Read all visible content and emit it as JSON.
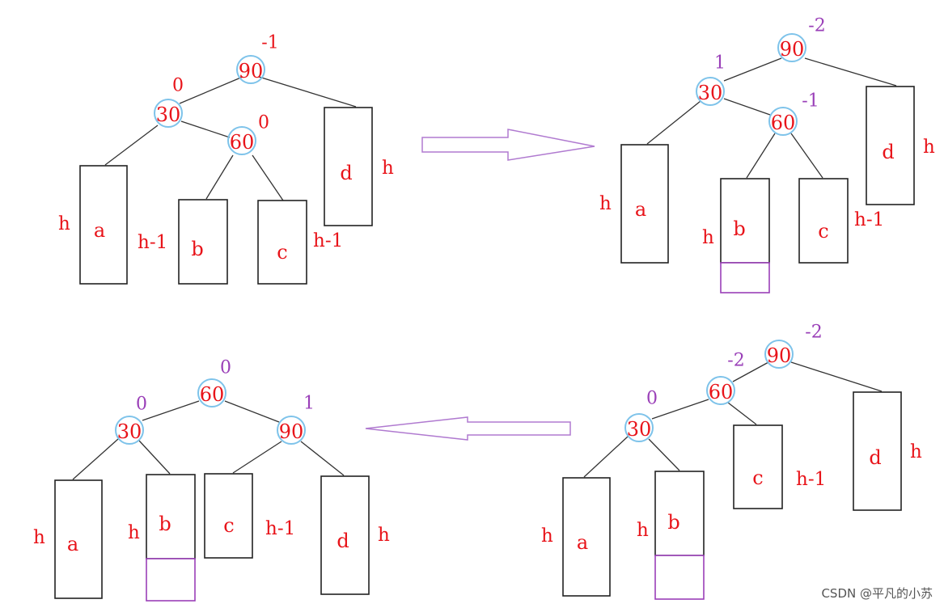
{
  "colors": {
    "node_text": "#e8141a",
    "balance_red": "#e8141a",
    "balance_purple": "#9a3fb8",
    "node_circle": "#7ec3ea",
    "arrow": "#b07ad0",
    "edge": "#333333"
  },
  "panels": [
    {
      "id": "p1",
      "nodes": [
        {
          "label": "90",
          "bf": "-1",
          "bf_color": "red"
        },
        {
          "label": "30",
          "bf": "0",
          "bf_color": "red"
        },
        {
          "label": "60",
          "bf": "0",
          "bf_color": "red"
        }
      ],
      "boxes": [
        {
          "label": "a",
          "height": "h",
          "grow": false
        },
        {
          "label": "b",
          "height": "h-1",
          "grow": false
        },
        {
          "label": "c",
          "height": "h-1",
          "grow": false
        },
        {
          "label": "d",
          "height": "h",
          "grow": false
        }
      ]
    },
    {
      "id": "p2",
      "nodes": [
        {
          "label": "90",
          "bf": "-2",
          "bf_color": "purple"
        },
        {
          "label": "30",
          "bf": "1",
          "bf_color": "purple"
        },
        {
          "label": "60",
          "bf": "-1",
          "bf_color": "purple"
        }
      ],
      "boxes": [
        {
          "label": "a",
          "height": "h",
          "grow": false
        },
        {
          "label": "b",
          "height": "h",
          "grow": true
        },
        {
          "label": "c",
          "height": "h-1",
          "grow": false
        },
        {
          "label": "d",
          "height": "h",
          "grow": false
        }
      ]
    },
    {
      "id": "p3",
      "nodes": [
        {
          "label": "90",
          "bf": "-2",
          "bf_color": "purple"
        },
        {
          "label": "60",
          "bf": "-2",
          "bf_color": "purple"
        },
        {
          "label": "30",
          "bf": "0",
          "bf_color": "purple"
        }
      ],
      "boxes": [
        {
          "label": "a",
          "height": "h",
          "grow": false
        },
        {
          "label": "b",
          "height": "h",
          "grow": true
        },
        {
          "label": "c",
          "height": "h-1",
          "grow": false
        },
        {
          "label": "d",
          "height": "h",
          "grow": false
        }
      ]
    },
    {
      "id": "p4",
      "nodes": [
        {
          "label": "60",
          "bf": "0",
          "bf_color": "purple"
        },
        {
          "label": "30",
          "bf": "0",
          "bf_color": "purple"
        },
        {
          "label": "90",
          "bf": "1",
          "bf_color": "purple"
        }
      ],
      "boxes": [
        {
          "label": "a",
          "height": "h",
          "grow": false
        },
        {
          "label": "b",
          "height": "h",
          "grow": true
        },
        {
          "label": "c",
          "height": "h-1",
          "grow": false
        },
        {
          "label": "d",
          "height": "h",
          "grow": false
        }
      ]
    }
  ],
  "arrows": [
    {
      "id": "arrow-right",
      "direction": "right"
    },
    {
      "id": "arrow-left",
      "direction": "left"
    }
  ],
  "watermark": "CSDN @平凡的小苏"
}
